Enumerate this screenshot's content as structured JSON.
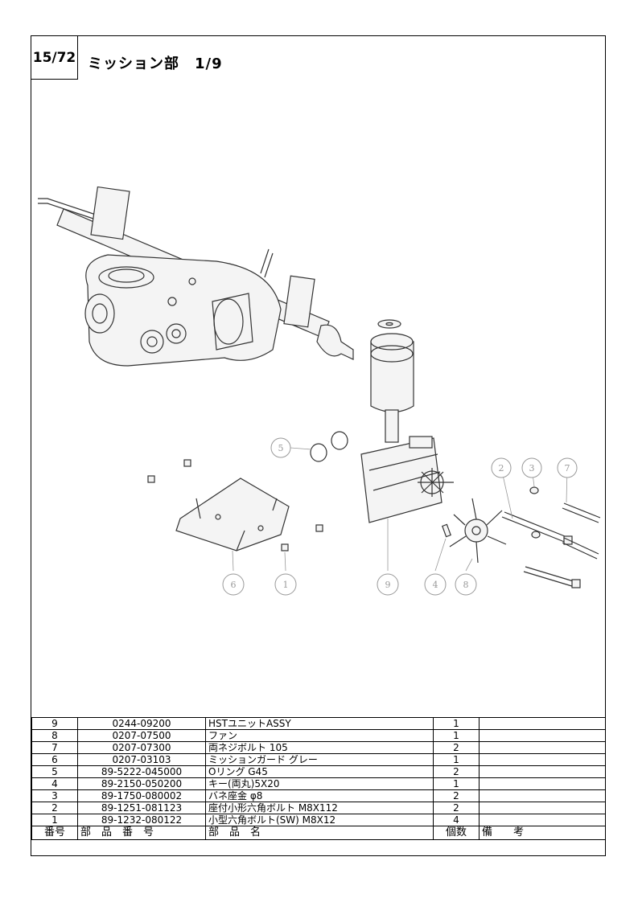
{
  "header": {
    "page": "15/72",
    "title": "ミッション部　1/9"
  },
  "callouts": [
    {
      "label": "5"
    },
    {
      "label": "2"
    },
    {
      "label": "3"
    },
    {
      "label": "7"
    },
    {
      "label": "6"
    },
    {
      "label": "1"
    },
    {
      "label": "9"
    },
    {
      "label": "4"
    },
    {
      "label": "8"
    }
  ],
  "table": {
    "headers": [
      "番号",
      "部　品　番　号",
      "部　品　名",
      "個数",
      "備　　考"
    ],
    "rows": [
      {
        "no": "9",
        "part": "0244-09200",
        "name": "HSTユニットASSY",
        "qty": "1",
        "note": ""
      },
      {
        "no": "8",
        "part": "0207-07500",
        "name": "ファン",
        "qty": "1",
        "note": ""
      },
      {
        "no": "7",
        "part": "0207-07300",
        "name": "両ネジボルト 105",
        "qty": "2",
        "note": ""
      },
      {
        "no": "6",
        "part": "0207-03103",
        "name": "ミッションガード グレー",
        "qty": "1",
        "note": ""
      },
      {
        "no": "5",
        "part": "89-5222-045000",
        "name": "Oリング G45",
        "qty": "2",
        "note": ""
      },
      {
        "no": "4",
        "part": "89-2150-050200",
        "name": "キー(両丸)5X20",
        "qty": "1",
        "note": ""
      },
      {
        "no": "3",
        "part": "89-1750-080002",
        "name": "バネ座金 φ8",
        "qty": "2",
        "note": ""
      },
      {
        "no": "2",
        "part": "89-1251-081123",
        "name": "座付小形六角ボルト M8X112",
        "qty": "2",
        "note": ""
      },
      {
        "no": "1",
        "part": "89-1232-080122",
        "name": "小型六角ボルト(SW) M8X12",
        "qty": "4",
        "note": ""
      }
    ]
  }
}
